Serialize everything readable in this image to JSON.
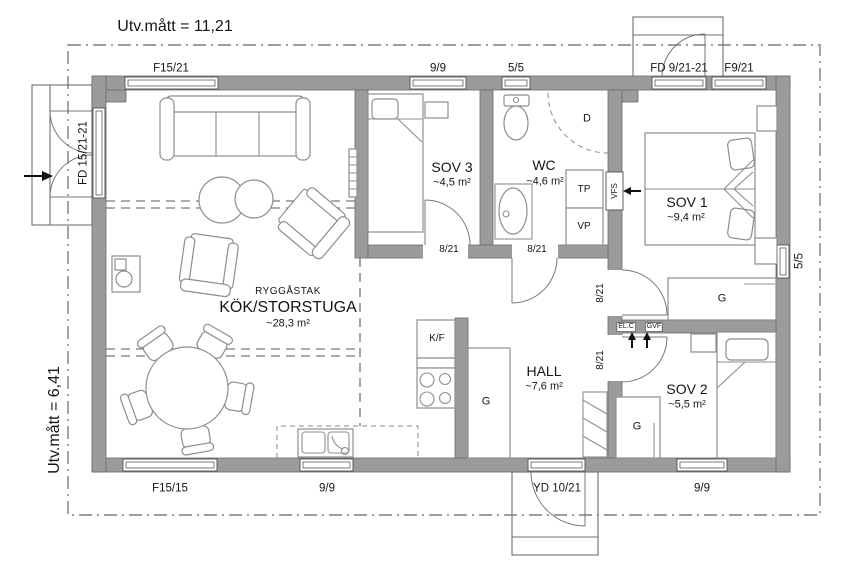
{
  "title": {
    "width": "Utv.mått = 11,21",
    "height": "Utv.mått = 6,41"
  },
  "rooms": {
    "sov3": {
      "name": "SOV 3",
      "area": "~4,5 m²"
    },
    "wc": {
      "name": "WC",
      "area": "~4,6 m²"
    },
    "sov1": {
      "name": "SOV 1",
      "area": "~9,4 m²"
    },
    "kitchen": {
      "note": "RYGGÅSTAK",
      "name": "KÖK/STORSTUGA",
      "area": "~28,3 m²"
    },
    "hall": {
      "name": "HALL",
      "area": "~7,6 m²"
    },
    "sov2": {
      "name": "SOV 2",
      "area": "~5,5 m²"
    }
  },
  "windows": {
    "top_f1521": "F15/21",
    "top_99": "9/9",
    "top_55": "5/5",
    "front_door": "FD 9/21-21",
    "top_f921": "F9/21",
    "left_door": "FD 15/21-21",
    "right_55": "5/5",
    "bottom_f1515": "F15/15",
    "bottom_99_kitchen": "9/9",
    "bottom_yd": "YD 10/21",
    "bottom_99_sov2": "9/9"
  },
  "doors": {
    "sov3": "8/21",
    "wc": "8/21",
    "sov1": "8/21",
    "sov2": "8/21"
  },
  "fixtures": {
    "fridge": "K/F",
    "wardrobe": "G",
    "dryer": "TP",
    "heatpump": "VP",
    "shower": "D",
    "vent": "VFS",
    "el_central": "EL.C",
    "floor_heating": "GVF"
  }
}
